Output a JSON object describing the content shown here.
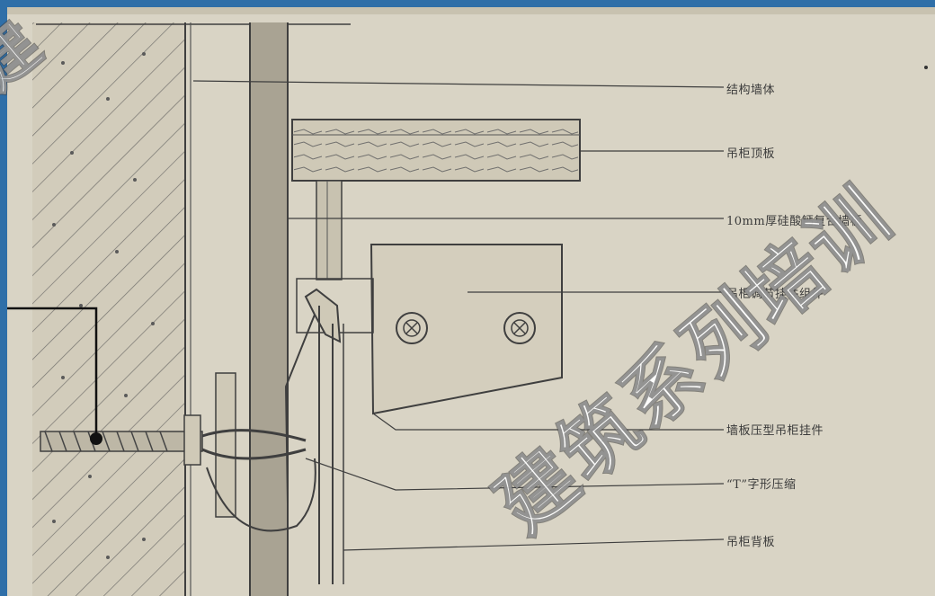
{
  "diagram": {
    "labels": [
      {
        "id": "structural-wall",
        "text": "结构墙体"
      },
      {
        "id": "ceiling-board",
        "text": "吊柜顶板"
      },
      {
        "id": "composite-board",
        "text": "10mm厚硅酸钙复合墙板"
      },
      {
        "id": "cabinet-hanger-fitting",
        "text": "吊柜调节挂件组件"
      },
      {
        "id": "pressure-hanger",
        "text": "墙板压型吊柜挂件"
      },
      {
        "id": "t-clip",
        "text": "“T”字形压缩"
      },
      {
        "id": "cabinet-back-panel",
        "text": "吊柜背板"
      }
    ]
  },
  "watermark": {
    "main_text": "建筑系列培训",
    "corner_text": "建"
  },
  "colors": {
    "background_border": "#2f6fa8",
    "paper": "#d9d4c5",
    "line": "#3f3f3f",
    "callout_marker": "#111111"
  }
}
